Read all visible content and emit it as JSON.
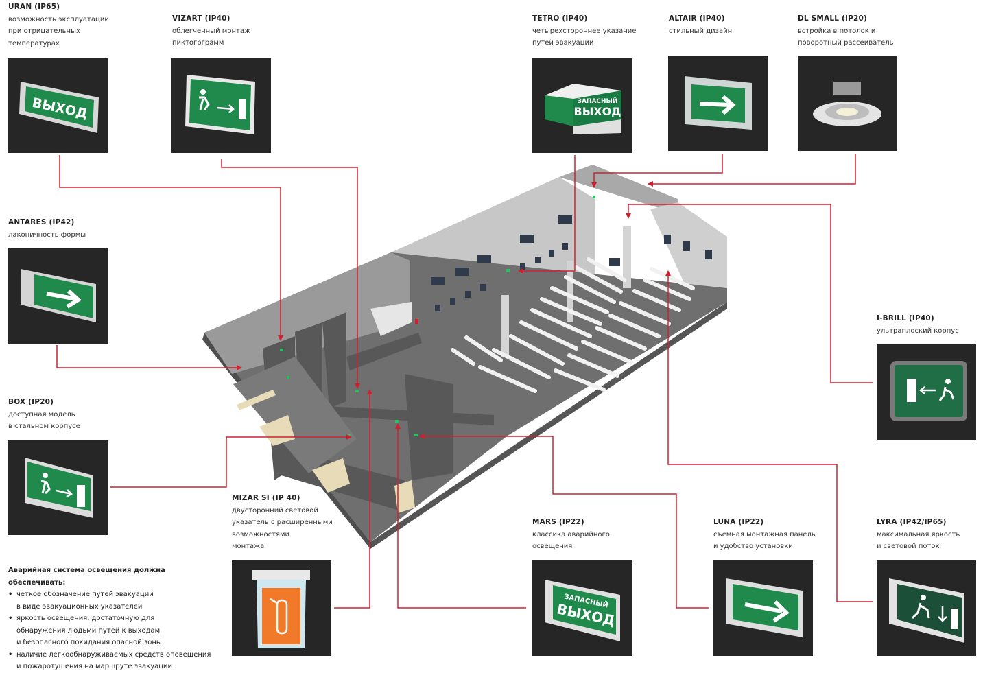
{
  "products": [
    {
      "id": "uran",
      "name": "URAN (IP65)",
      "desc": "возможность эксплуатации\nпри отрицательных\nтемпературах",
      "sign_text": "ВЫХОД"
    },
    {
      "id": "vizart",
      "name": "VIZART (IP40)",
      "desc": "облегченный монтаж\nпиктогрграмм"
    },
    {
      "id": "tetro",
      "name": "TETRO (IP40)",
      "desc": "четырехстороннее указание\nпутей эвакуации",
      "sign_text_top": "ЗАПАСНЫЙ",
      "sign_text": "ВЫХОД"
    },
    {
      "id": "altair",
      "name": "ALTAIR (IP40)",
      "desc": "стильный дизайн"
    },
    {
      "id": "dlsmall",
      "name": "DL SMALL (IP20)",
      "desc": "встройка в потолок и\nповоротный рассеиватель"
    },
    {
      "id": "antares",
      "name": "ANTARES (IP42)",
      "desc": "лаконичность формы"
    },
    {
      "id": "ibrill",
      "name": "I-BRILL (IP40)",
      "desc": "ультраплоский корпус"
    },
    {
      "id": "box",
      "name": "BOX (IP20)",
      "desc": "доступная модель\nв стальном корпусе"
    },
    {
      "id": "mizar",
      "name": "MIZAR SI (IP 40)",
      "desc": "двусторонний световой\nуказатель с расширенными\nвозможностями\nмонтажа"
    },
    {
      "id": "mars",
      "name": "MARS (IP22)",
      "desc": "классика аварийного\nосвещения",
      "sign_text_top": "ЗАПАСНЫЙ",
      "sign_text": "ВЫХОД"
    },
    {
      "id": "luna",
      "name": "LUNA (IP22)",
      "desc": "съемная монтажная панель\nи удобство установки"
    },
    {
      "id": "lyra",
      "name": "LYRA (IP42/IP65)",
      "desc": "максимальная яркость\nи световой поток"
    }
  ],
  "requirements": {
    "title": "Аварийная система освещения должна обеспечивать:",
    "items": [
      "четкое обозначение путей эвакуации\nв виде эвакуационных указателей",
      "яркость освещения, достаточную для\nобнаружения людьми путей к выходам\nи безопасного покидания опасной зоны",
      "наличие легкообнаруживаемых средств оповещения\nи пожаротушения на маршруте эвакуации"
    ]
  },
  "colors": {
    "connector": "#d0202e",
    "tile": "#262626",
    "sign_green": "#1f8a4c",
    "sign_orange": "#f07a2a",
    "floor": "#6e6e6e",
    "wall": "#b9b9b9",
    "marker": "#22c55e"
  }
}
